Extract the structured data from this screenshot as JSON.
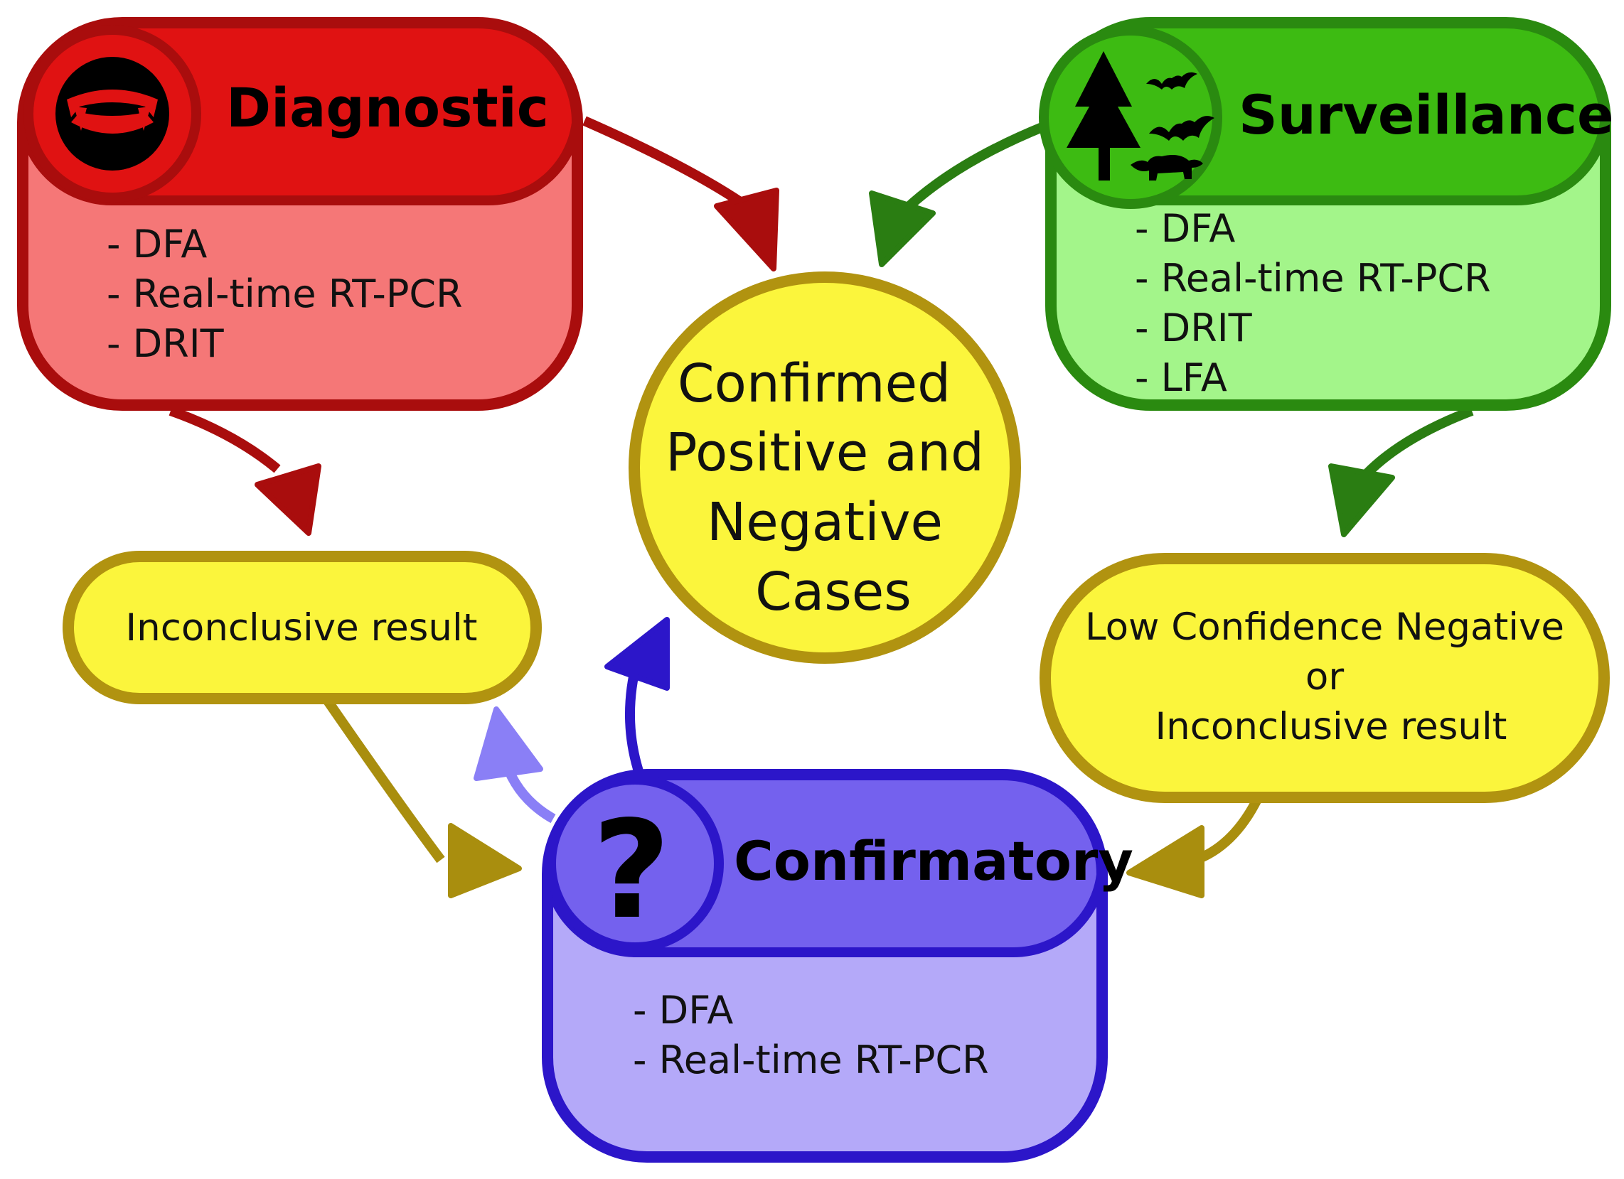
{
  "diagnostic": {
    "title": "Diagnostic",
    "icon": "fangs-icon",
    "items": [
      "- DFA",
      "- Real-time RT-PCR",
      "- DRIT"
    ],
    "colors": {
      "header": "#e01212",
      "body": "#f57777",
      "border": "#a90d0d"
    }
  },
  "surveillance": {
    "title": "Surveillance",
    "icon": "wildlife-icon",
    "items": [
      "- DFA",
      "- Real-time RT-PCR",
      "- DRIT",
      "- LFA"
    ],
    "colors": {
      "header": "#3dbb12",
      "body": "#a3f58a",
      "border": "#2a8a10"
    }
  },
  "confirmatory": {
    "title": "Confirmatory",
    "icon": "question-mark-icon",
    "icon_glyph": "?",
    "items": [
      "- DFA",
      "- Real-time RT-PCR"
    ],
    "colors": {
      "header": "#7461ee",
      "body": "#b4a9f9",
      "border": "#2c16c9"
    }
  },
  "center": {
    "lines": [
      "Confirmed",
      "Positive and",
      "Negative",
      "Cases"
    ],
    "colors": {
      "fill": "#fbf53c",
      "border": "#b19310"
    }
  },
  "inconclusive_left": {
    "lines": [
      "Inconclusive result"
    ]
  },
  "low_confidence_right": {
    "lines": [
      "Low Confidence Negative",
      "or",
      "Inconclusive result"
    ]
  },
  "arrow_colors": {
    "red": "#a90d0d",
    "green": "#2a7d12",
    "olive": "#a98e0e",
    "blue": "#2c16c9",
    "light_blue": "#8a7ff6"
  }
}
